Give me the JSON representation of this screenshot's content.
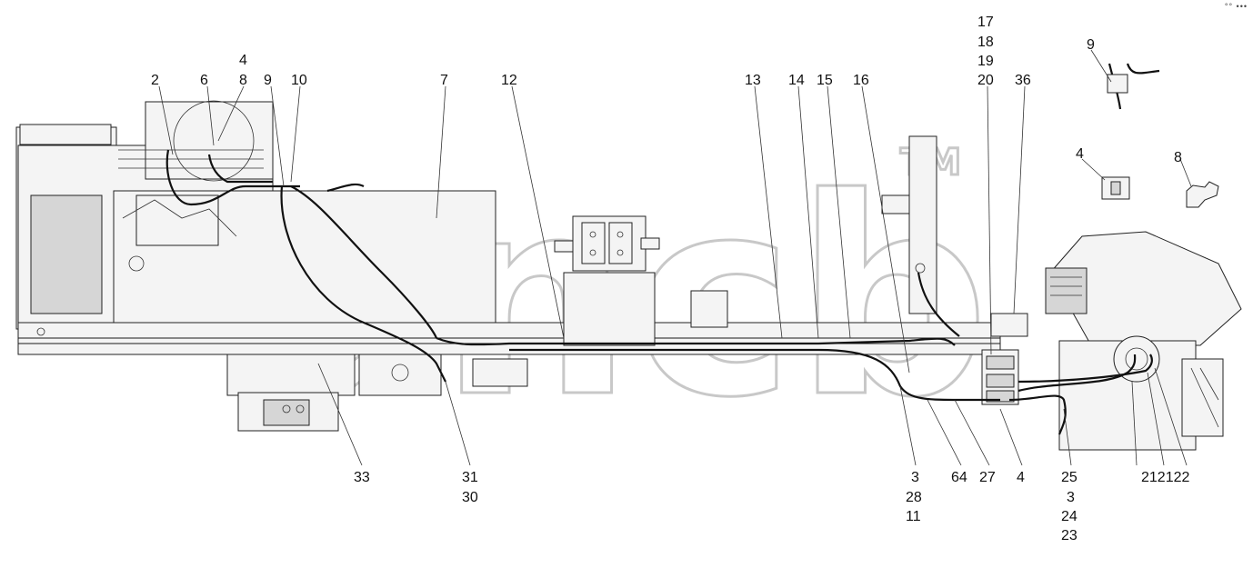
{
  "watermark": {
    "text": "ancb",
    "tm": "TM"
  },
  "callouts": {
    "n2": "2",
    "n6": "6",
    "n4a": "4",
    "n8a": "8",
    "n9a": "9",
    "n10": "10",
    "n7": "7",
    "n12": "12",
    "n13": "13",
    "n14": "14",
    "n15": "15",
    "n16": "16",
    "n17": "17",
    "n18": "18",
    "n19": "19",
    "n20": "20",
    "n36": "36",
    "n9b": "9",
    "n4b": "4",
    "n8b": "8",
    "n33": "33",
    "n31": "31",
    "n30": "30",
    "n3a": "3",
    "n28": "28",
    "n11": "11",
    "n64": "64",
    "n27": "27",
    "n4c": "4",
    "n25": "25",
    "n3b": "3",
    "n24": "24",
    "n23": "23",
    "n212122": "212122"
  },
  "corner_mark": "°° •••"
}
